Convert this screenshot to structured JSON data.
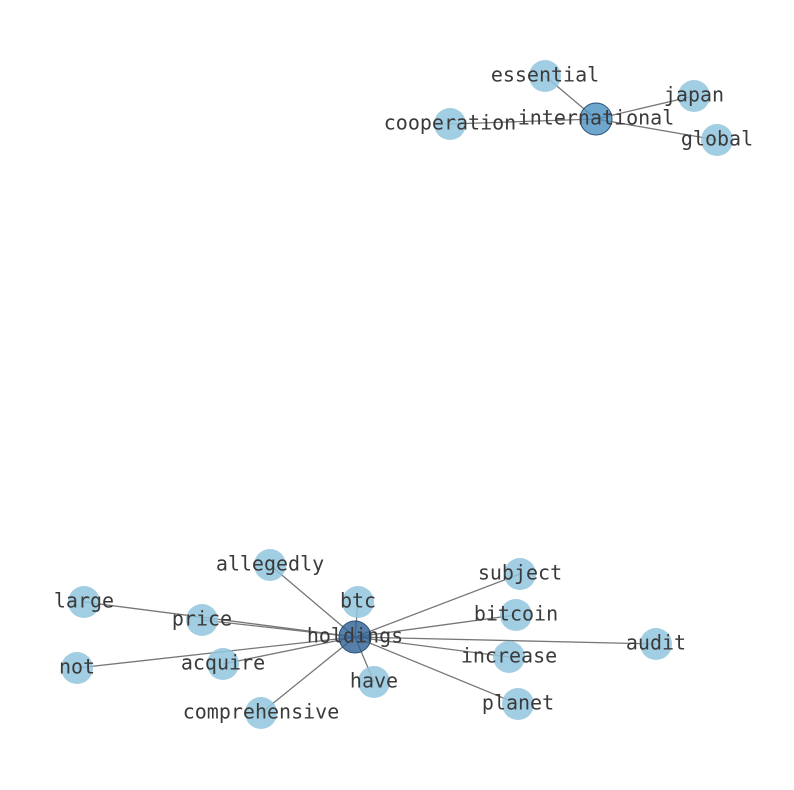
{
  "graph": {
    "colors": {
      "leaf": "#92c5de",
      "hub_international": "#4a90c2",
      "hub_holdings": "#2c5f93",
      "edge": "#777777",
      "label": "#3a3a3a"
    },
    "nodes": [
      {
        "id": "international",
        "label": "international",
        "role": "hub_international"
      },
      {
        "id": "essential",
        "label": "essential",
        "role": "leaf"
      },
      {
        "id": "japan",
        "label": "japan",
        "role": "leaf"
      },
      {
        "id": "cooperation",
        "label": "cooperation",
        "role": "leaf"
      },
      {
        "id": "global",
        "label": "global",
        "role": "leaf"
      },
      {
        "id": "holdings",
        "label": "holdings",
        "role": "hub_holdings"
      },
      {
        "id": "allegedly",
        "label": "allegedly",
        "role": "leaf"
      },
      {
        "id": "btc",
        "label": "btc",
        "role": "leaf"
      },
      {
        "id": "subject",
        "label": "subject",
        "role": "leaf"
      },
      {
        "id": "large",
        "label": "large",
        "role": "leaf"
      },
      {
        "id": "price",
        "label": "price",
        "role": "leaf"
      },
      {
        "id": "bitcoin",
        "label": "bitcoin",
        "role": "leaf"
      },
      {
        "id": "audit",
        "label": "audit",
        "role": "leaf"
      },
      {
        "id": "not",
        "label": "not",
        "role": "leaf"
      },
      {
        "id": "acquire",
        "label": "acquire",
        "role": "leaf"
      },
      {
        "id": "increase",
        "label": "increase",
        "role": "leaf"
      },
      {
        "id": "have",
        "label": "have",
        "role": "leaf"
      },
      {
        "id": "planet",
        "label": "planet",
        "role": "leaf"
      },
      {
        "id": "comprehensive",
        "label": "comprehensive",
        "role": "leaf"
      }
    ],
    "edges": [
      [
        "international",
        "essential"
      ],
      [
        "international",
        "japan"
      ],
      [
        "international",
        "cooperation"
      ],
      [
        "international",
        "global"
      ],
      [
        "holdings",
        "allegedly"
      ],
      [
        "holdings",
        "btc"
      ],
      [
        "holdings",
        "subject"
      ],
      [
        "holdings",
        "large"
      ],
      [
        "holdings",
        "price"
      ],
      [
        "holdings",
        "bitcoin"
      ],
      [
        "holdings",
        "audit"
      ],
      [
        "holdings",
        "not"
      ],
      [
        "holdings",
        "acquire"
      ],
      [
        "holdings",
        "increase"
      ],
      [
        "holdings",
        "have"
      ],
      [
        "holdings",
        "planet"
      ],
      [
        "holdings",
        "comprehensive"
      ]
    ]
  }
}
